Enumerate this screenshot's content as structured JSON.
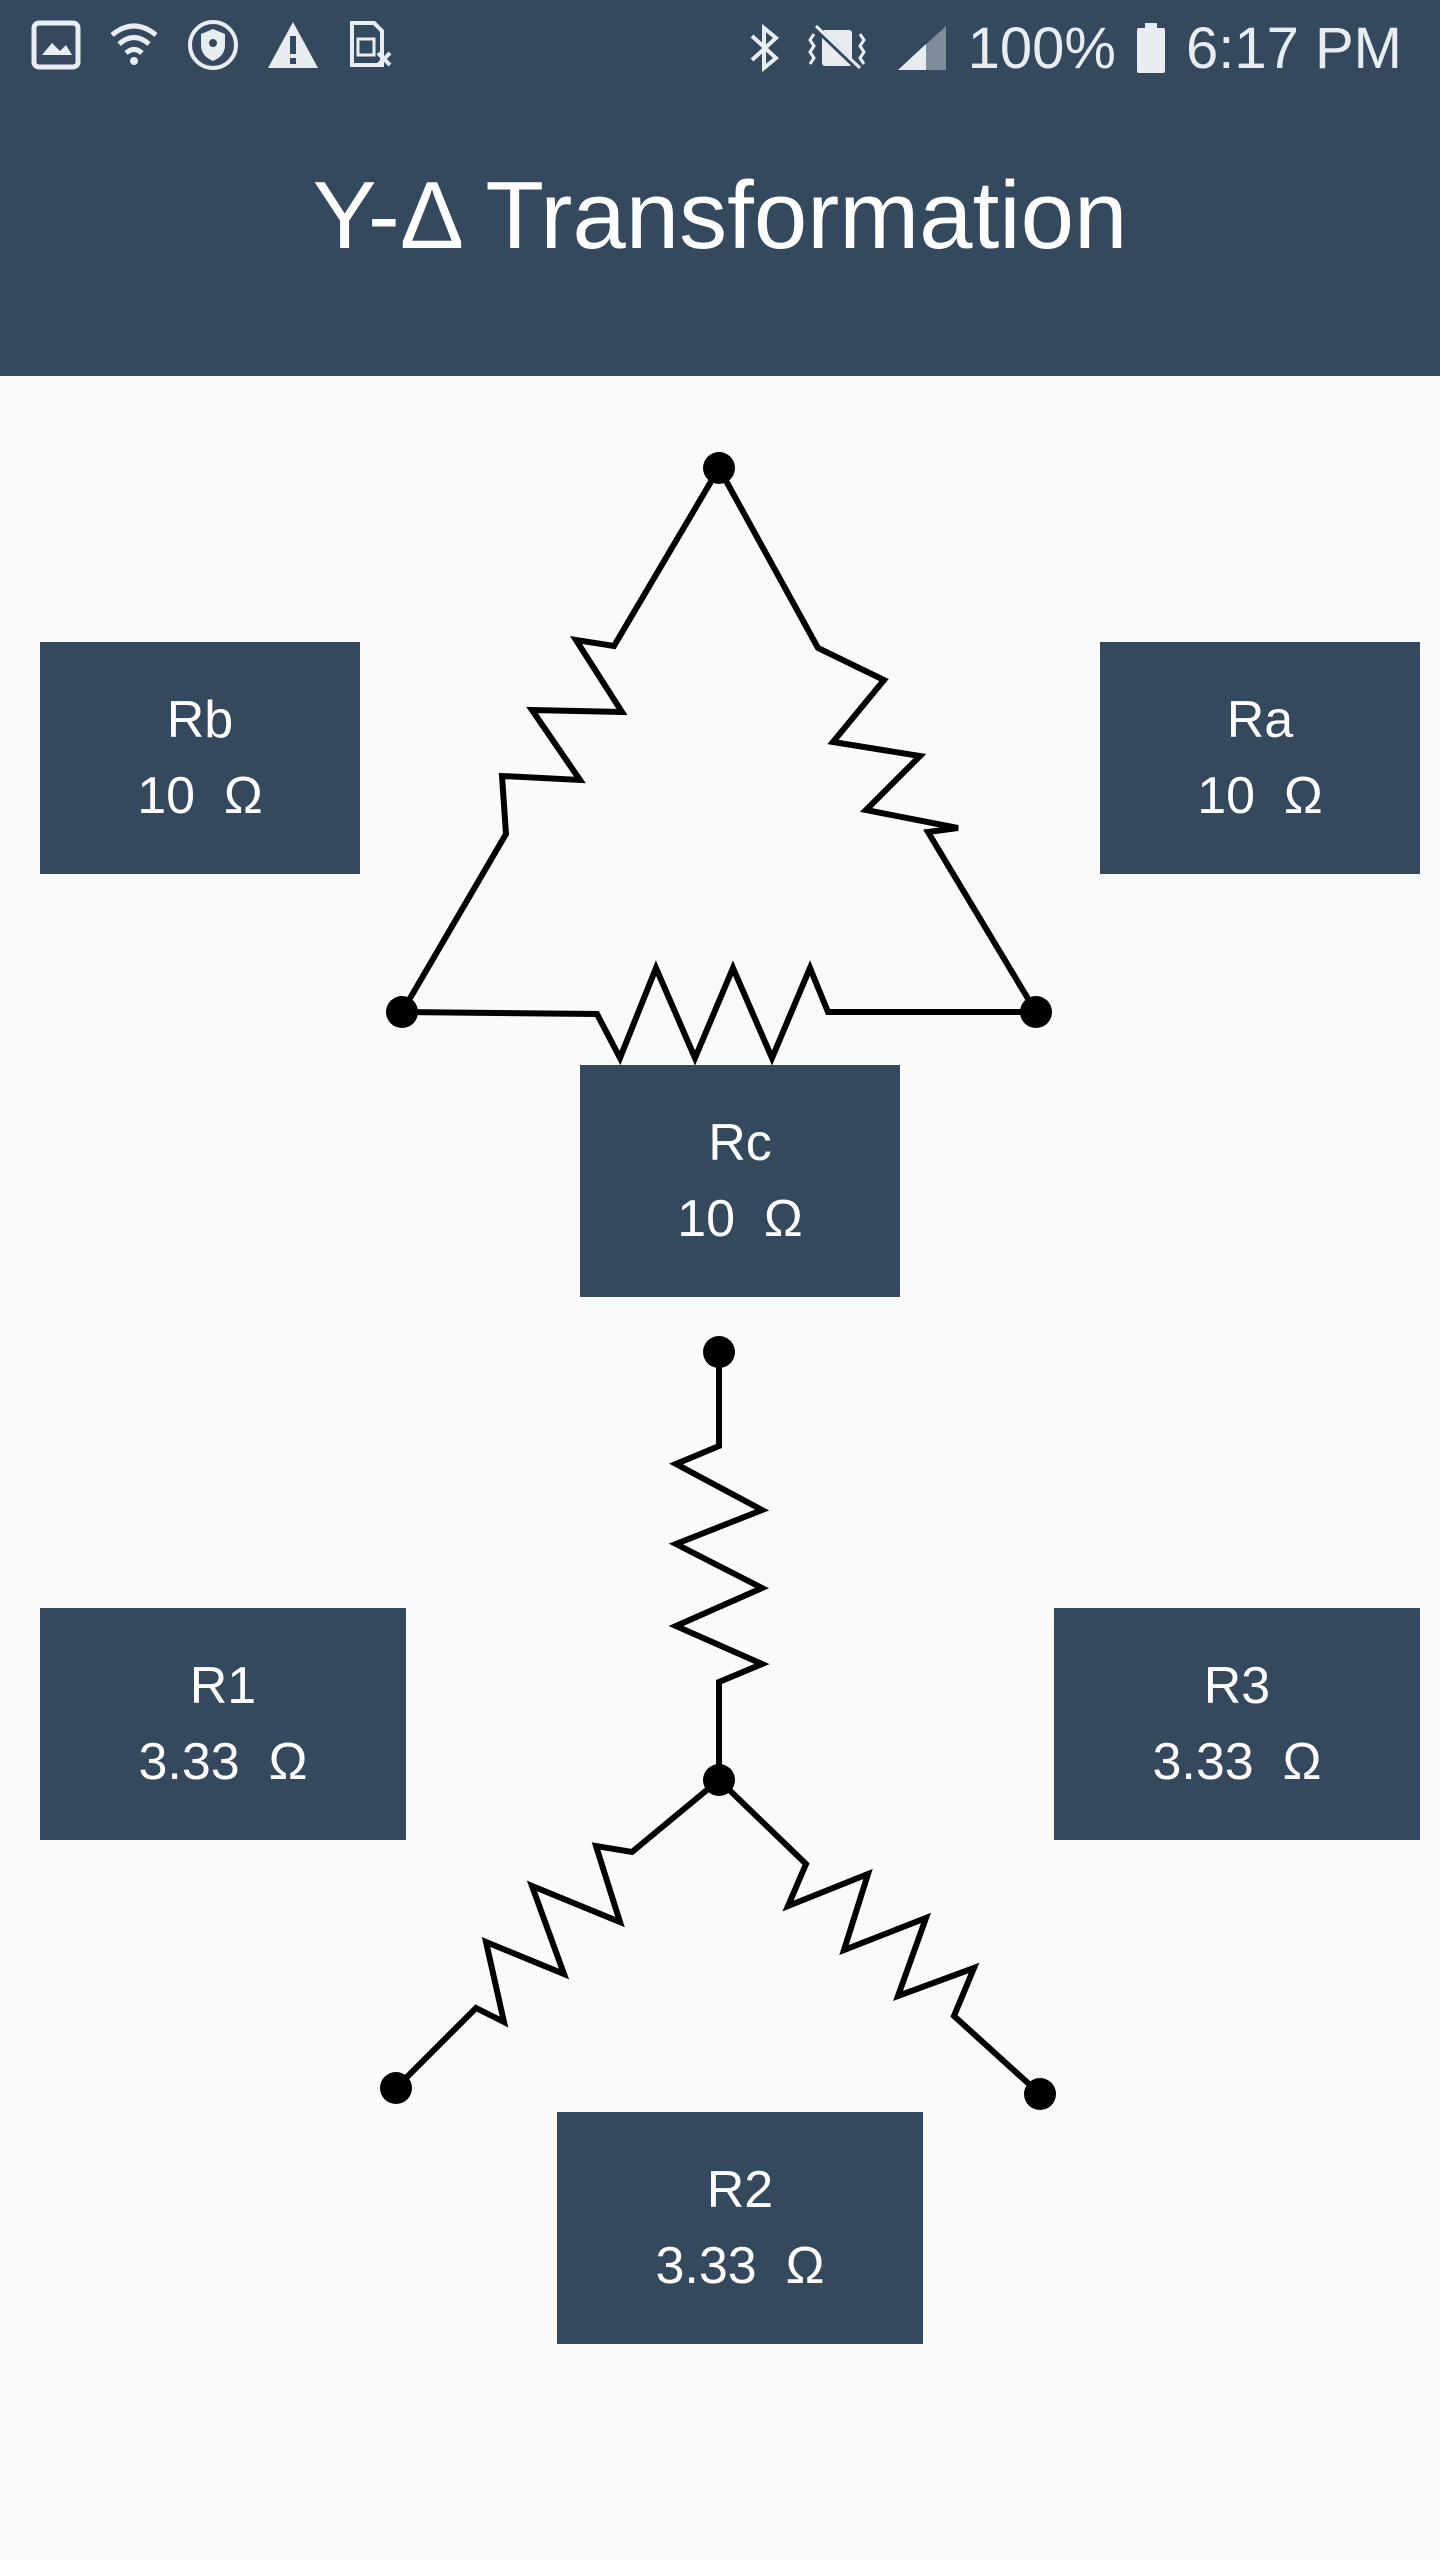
{
  "status_bar": {
    "battery": "100%",
    "time": "6:17 PM",
    "icons_left": [
      "gallery-icon",
      "wifi-icon",
      "shield-icon",
      "warning-icon",
      "sim-icon"
    ],
    "icons_right": [
      "bluetooth-icon",
      "vibrate-icon",
      "signal-icon",
      "battery-icon"
    ]
  },
  "app_bar": {
    "title": "Y-Δ Transformation"
  },
  "delta": {
    "ra": {
      "label": "Ra",
      "value": "10  Ω"
    },
    "rb": {
      "label": "Rb",
      "value": "10  Ω"
    },
    "rc": {
      "label": "Rc",
      "value": "10  Ω"
    }
  },
  "wye": {
    "r1": {
      "label": "R1",
      "value": "3.33  Ω"
    },
    "r2": {
      "label": "R2",
      "value": "3.33  Ω"
    },
    "r3": {
      "label": "R3",
      "value": "3.33  Ω"
    }
  },
  "colors": {
    "primary": "#34495e",
    "background": "#fafafa",
    "wire": "#000000"
  }
}
